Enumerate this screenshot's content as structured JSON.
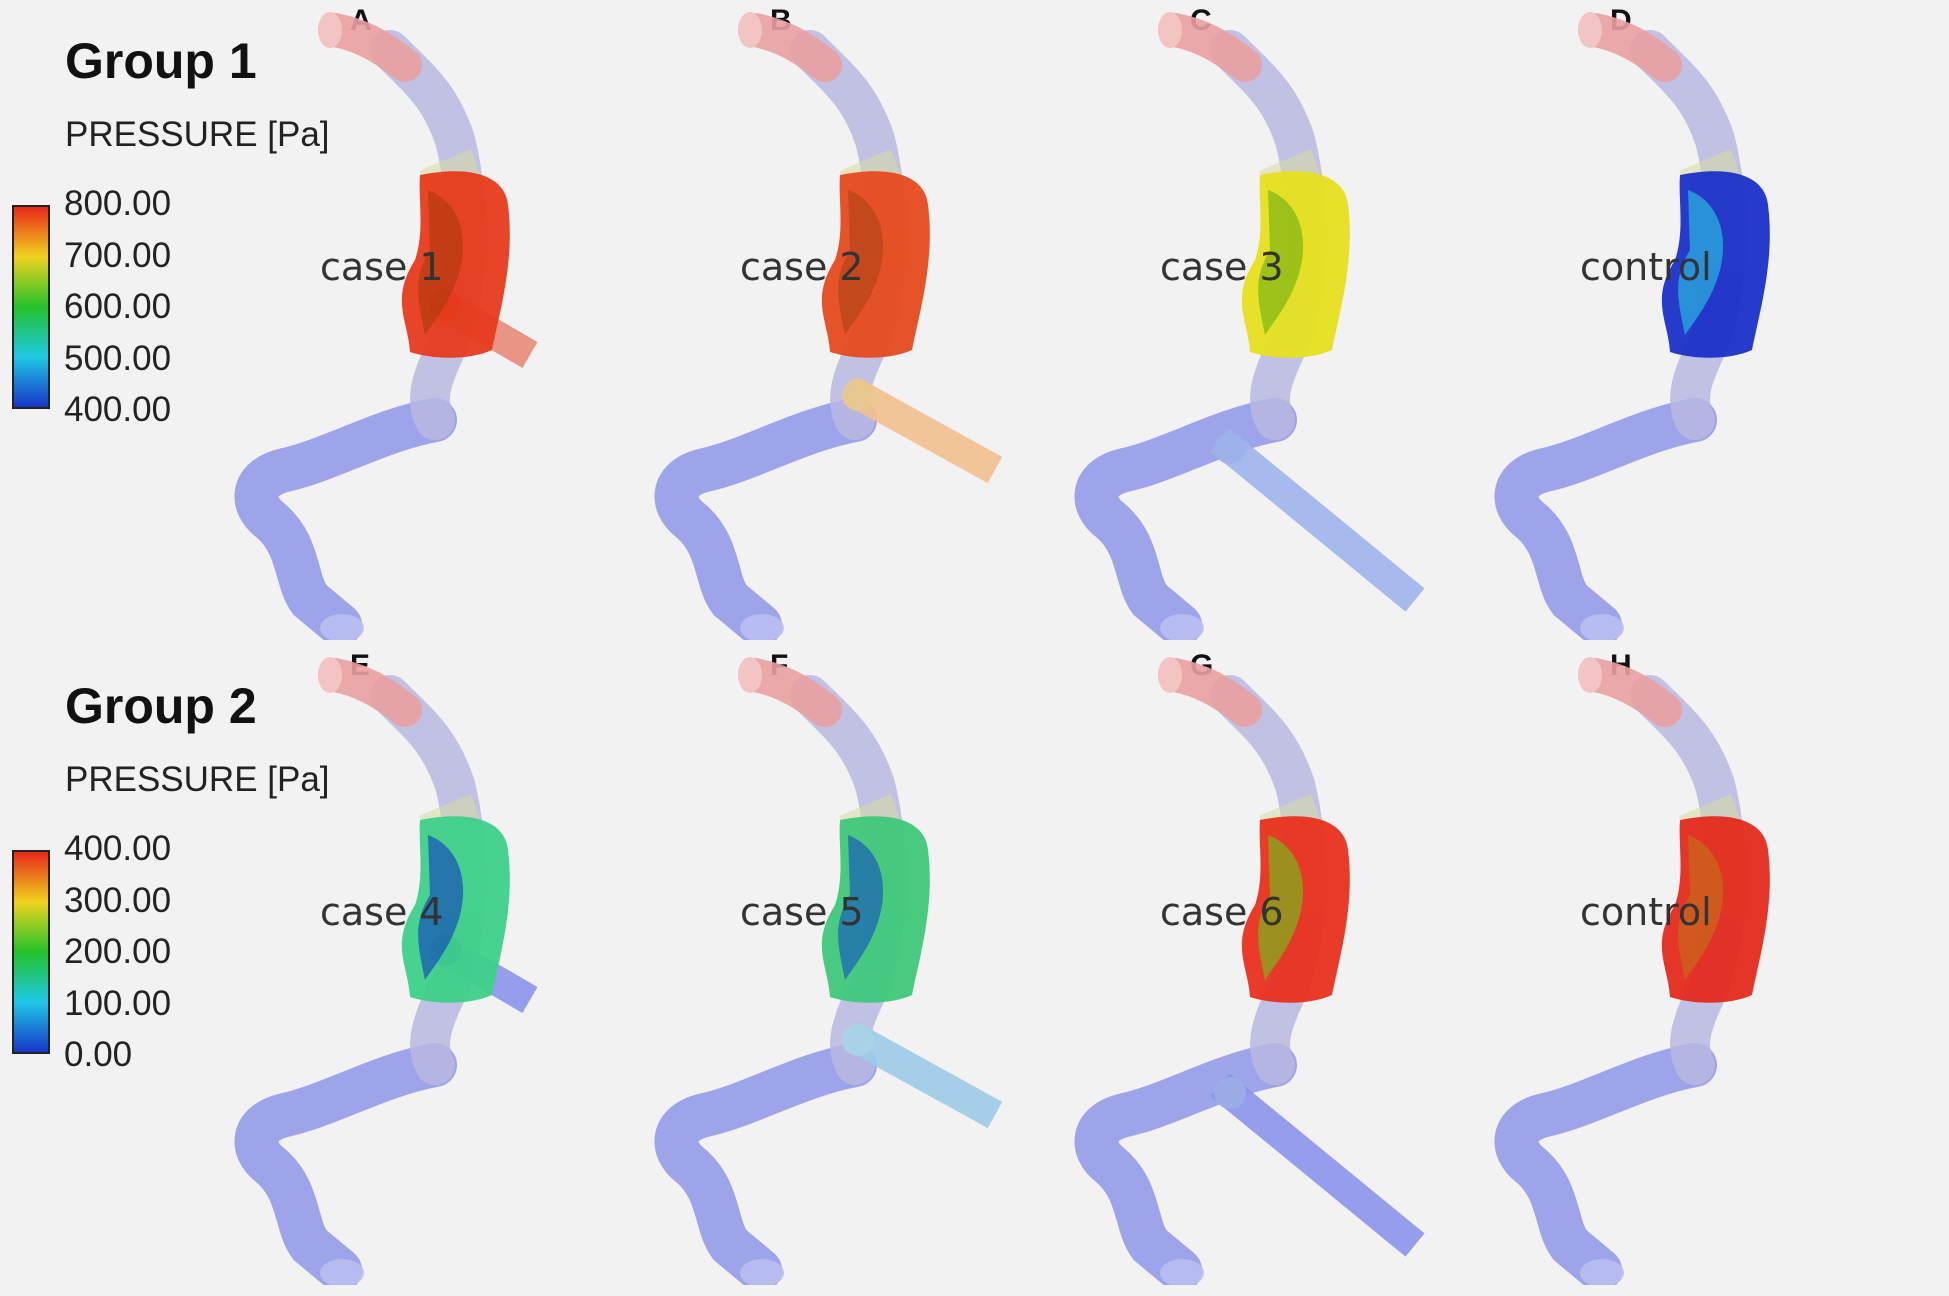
{
  "groups": [
    {
      "title": "Group 1",
      "legend": {
        "title": "PRESSURE [Pa]",
        "ticks": [
          "800.00",
          "700.00",
          "600.00",
          "500.00",
          "400.00"
        ],
        "colors": [
          "#e8281b",
          "#f0d21e",
          "#23c12b",
          "#1ec8e6",
          "#1736c8"
        ]
      },
      "panels": [
        {
          "letter": "A",
          "label": "case 1",
          "sac_color": "#e63a1c",
          "sac_overlay": "#b33a10",
          "branch": "short",
          "branch_color": "#e88b7a",
          "branch_root": "#d9401a"
        },
        {
          "letter": "B",
          "label": "case 2",
          "sac_color": "#e64a1c",
          "sac_overlay": "#b5451a",
          "branch": "mid",
          "branch_color": "#f2c08f",
          "branch_root": "#e8c890"
        },
        {
          "letter": "C",
          "label": "case 3",
          "sac_color": "#e6e01e",
          "sac_overlay": "#7db514",
          "branch": "long",
          "branch_color": "#9fb4ec",
          "branch_root": "#9cb0ea"
        },
        {
          "letter": "D",
          "label": "control",
          "sac_color": "#1a30c8",
          "sac_overlay": "#2ab6e0",
          "branch": "none",
          "branch_color": "",
          "branch_root": ""
        }
      ]
    },
    {
      "title": "Group 2",
      "legend": {
        "title": "PRESSURE [Pa]",
        "ticks": [
          "400.00",
          "300.00",
          "200.00",
          "100.00",
          "0.00"
        ],
        "colors": [
          "#e8281b",
          "#f0d21e",
          "#23c12b",
          "#1ec8e6",
          "#1736c8"
        ]
      },
      "panels": [
        {
          "letter": "E",
          "label": "case 4",
          "sac_color": "#3ed08a",
          "sac_overlay": "#1650b8",
          "branch": "short",
          "branch_color": "#8a95ec",
          "branch_root": "#1638d0"
        },
        {
          "letter": "F",
          "label": "case 5",
          "sac_color": "#3ec87a",
          "sac_overlay": "#1a60b8",
          "branch": "mid",
          "branch_color": "#9ccbe8",
          "branch_root": "#a8d4e6"
        },
        {
          "letter": "G",
          "label": "case 6",
          "sac_color": "#e8301c",
          "sac_overlay": "#7ab51a",
          "branch": "long",
          "branch_color": "#8a95ec",
          "branch_root": "#9aaee6"
        },
        {
          "letter": "H",
          "label": "control",
          "sac_color": "#e42a1c",
          "sac_overlay": "#c86a1a",
          "branch": "none",
          "branch_color": "",
          "branch_root": ""
        }
      ]
    }
  ]
}
